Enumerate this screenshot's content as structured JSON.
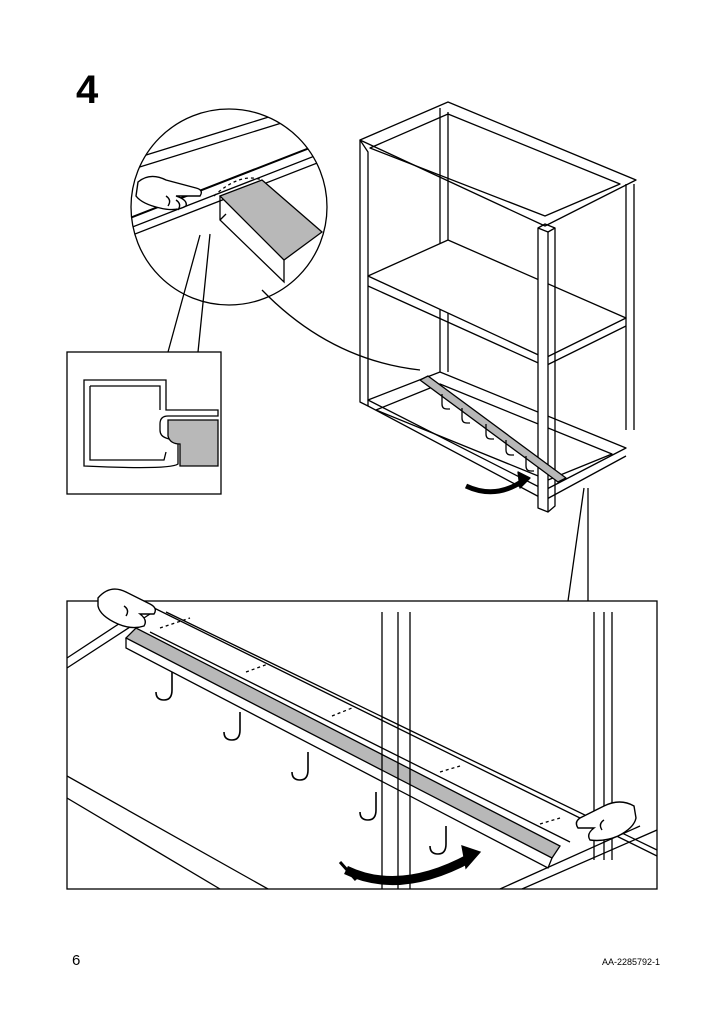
{
  "page": {
    "step_number": "4",
    "page_number": "6",
    "document_code": "AA-2285792-1"
  },
  "colors": {
    "line": "#000000",
    "rail_fill": "#b8b8b8",
    "background": "#ffffff"
  },
  "icons": {
    "hand_press": "pointing-hand-icon",
    "rotate_arrow": "curved-arrow-icon"
  }
}
